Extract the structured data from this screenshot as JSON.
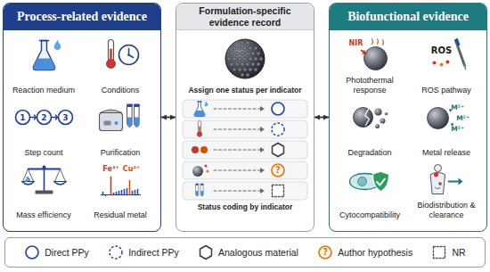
{
  "diagram": {
    "nodes": [
      {
        "text": [
          "Process-related evidence"
        ]
      },
      {
        "text": [
          "Reaction medium"
        ],
        "in": 0
      },
      {
        "text": [
          "Conditions"
        ],
        "in": 0
      },
      {
        "text": [
          "Step count"
        ],
        "in": 0
      },
      {
        "text": [
          "Purification"
        ],
        "in": 0
      },
      {
        "text": [
          "Mass efficiency"
        ],
        "in": 0
      },
      {
        "text": [
          "Residual metal"
        ],
        "in": 0
      },
      {
        "text": [
          "Formulation-specific evidence record",
          "Assign one status per indicator",
          "Status coding by indicator"
        ]
      },
      {
        "text": [
          "Biofunctional evidence"
        ]
      },
      {
        "text": [
          "Photothermal response"
        ],
        "in": 8
      },
      {
        "text": [
          "ROS pathway"
        ],
        "in": 8
      },
      {
        "text": [
          "Degradation"
        ],
        "in": 8
      },
      {
        "text": [
          "Metal release"
        ],
        "in": 8
      },
      {
        "text": [
          "Cytocompatibility"
        ],
        "in": 8
      },
      {
        "text": [
          "Biodistribution & clearance"
        ],
        "in": 8
      }
    ],
    "edges": [
      {
        "from": 0,
        "to": 7,
        "arrow": "both"
      },
      {
        "from": 7,
        "to": 8,
        "arrow": "both"
      }
    ],
    "labels": [
      "1",
      "2",
      "3",
      "Fe³⁺",
      "Cu²⁺",
      "?",
      "NIR",
      "ROS",
      "M²⁺",
      "M²⁺",
      "M²⁺",
      "?"
    ],
    "legend": [
      {
        "text": "Direct PPy"
      },
      {
        "text": "Indirect PPy"
      },
      {
        "text": "Analogous material"
      },
      {
        "text": "Author hypothesis"
      },
      {
        "text": "NR"
      }
    ]
  }
}
